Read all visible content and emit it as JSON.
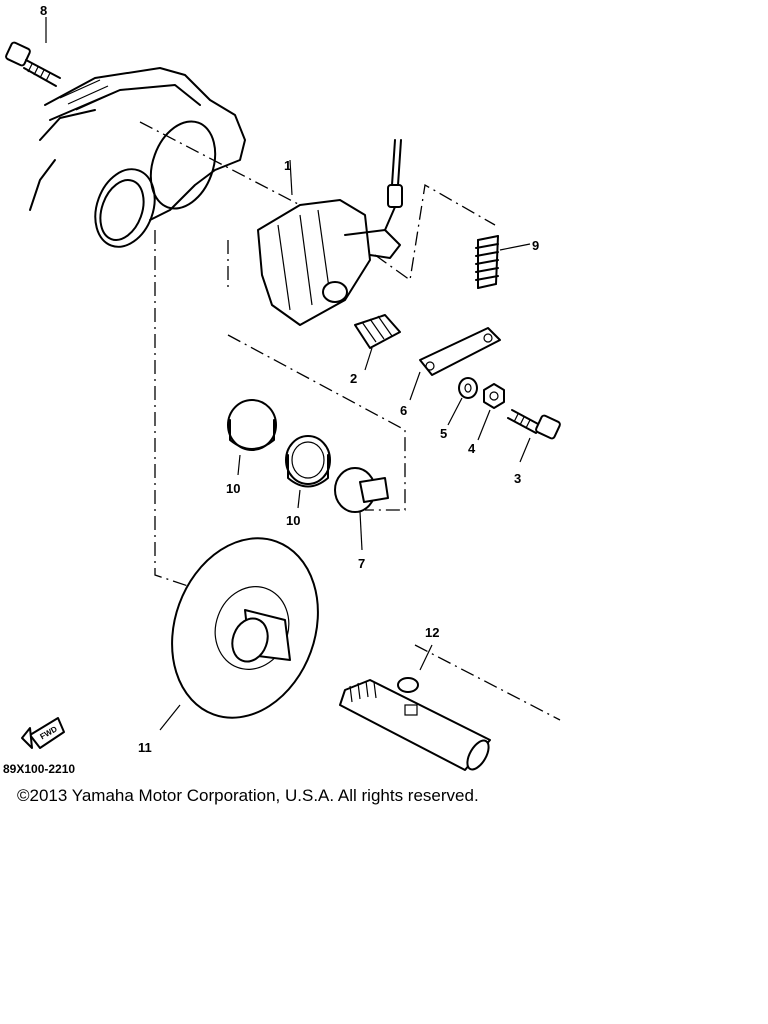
{
  "diagram": {
    "callouts": {
      "c1": "1",
      "c2": "2",
      "c3": "3",
      "c4": "4",
      "c5": "5",
      "c6": "6",
      "c7": "7",
      "c8": "8",
      "c9": "9",
      "c10a": "10",
      "c10b": "10",
      "c11": "11",
      "c12": "12"
    },
    "fwd_label": "FWD",
    "drawing_code": "89X100-2210"
  },
  "copyright": "©2013 Yamaha Motor Corporation, U.S.A. All rights reserved."
}
